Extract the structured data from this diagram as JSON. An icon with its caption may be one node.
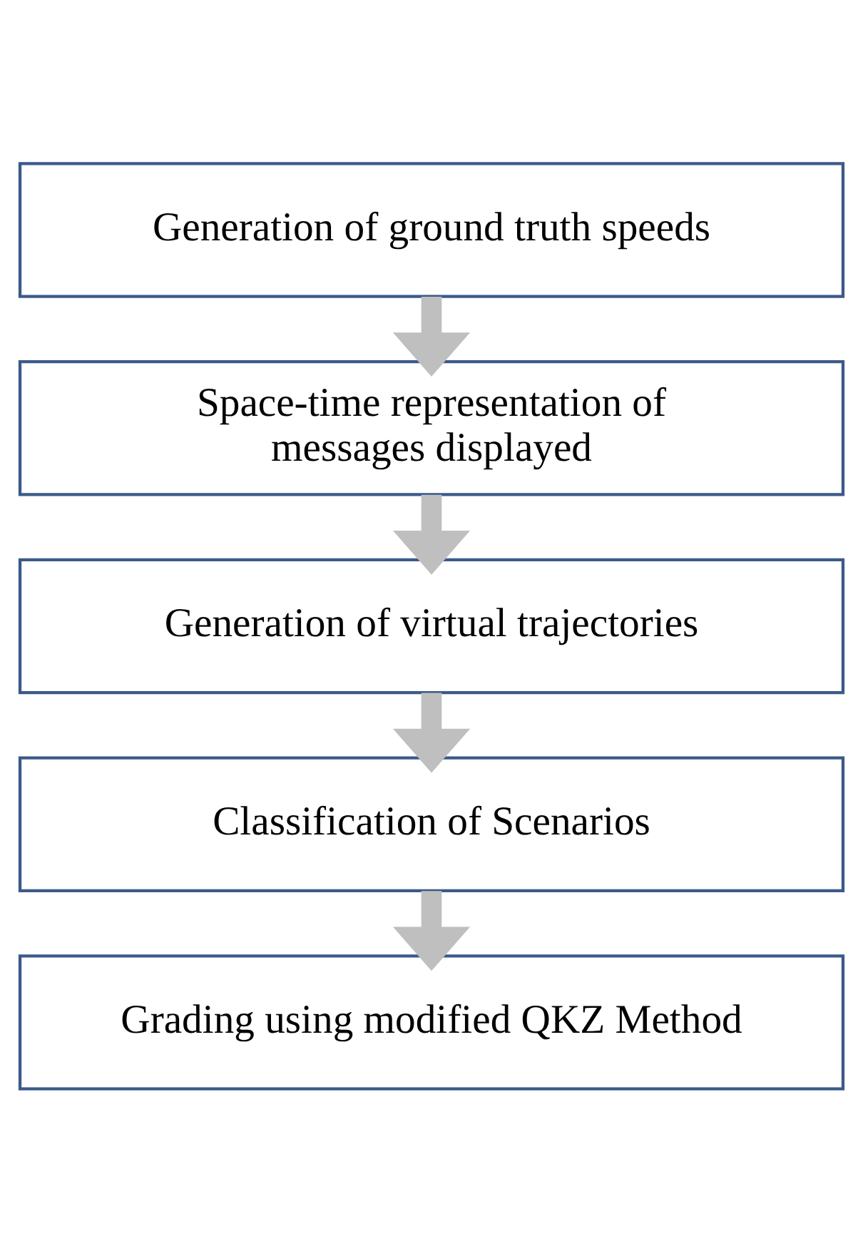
{
  "diagram": {
    "nodes": [
      {
        "text": [
          "Generation of ground truth speeds"
        ]
      },
      {
        "text": [
          "Space-time representation of messages displayed"
        ]
      },
      {
        "text": [
          "Generation of virtual trajectories"
        ]
      },
      {
        "text": [
          "Classification of Scenarios"
        ]
      },
      {
        "text": [
          "Grading using modified QKZ Method"
        ]
      }
    ],
    "edges": [
      {
        "from": 0,
        "to": 1,
        "arrow": "to"
      },
      {
        "from": 1,
        "to": 2,
        "arrow": "to"
      },
      {
        "from": 2,
        "to": 3,
        "arrow": "to"
      },
      {
        "from": 3,
        "to": 4,
        "arrow": "to"
      }
    ]
  }
}
